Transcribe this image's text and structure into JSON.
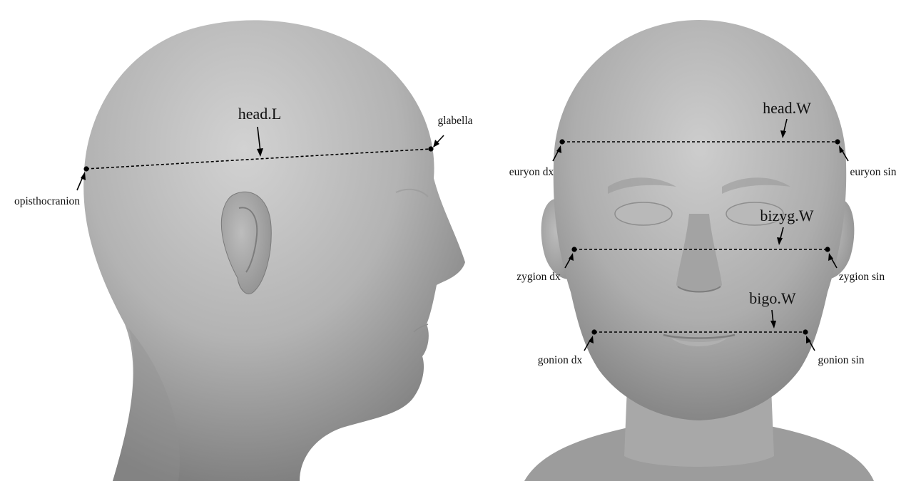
{
  "left_view": {
    "measurement": "head.L",
    "landmarks": {
      "glabella": "glabella",
      "opisthocranion": "opisthocranion"
    }
  },
  "right_view": {
    "measurements": {
      "head_width": "head.W",
      "bizygomatic": "bizyg.W",
      "bigonial": "bigo.W"
    },
    "landmarks": {
      "euryon_dx": "euryon dx",
      "euryon_sin": "euryon sin",
      "zygion_dx": "zygion dx",
      "zygion_sin": "zygion sin",
      "gonion_dx": "gonion dx",
      "gonion_sin": "gonion sin"
    }
  },
  "colors": {
    "skin_light": "#c9c9c9",
    "skin_mid": "#a9a9a9",
    "skin_dark": "#7e7e7e",
    "background": "#ffffff"
  }
}
